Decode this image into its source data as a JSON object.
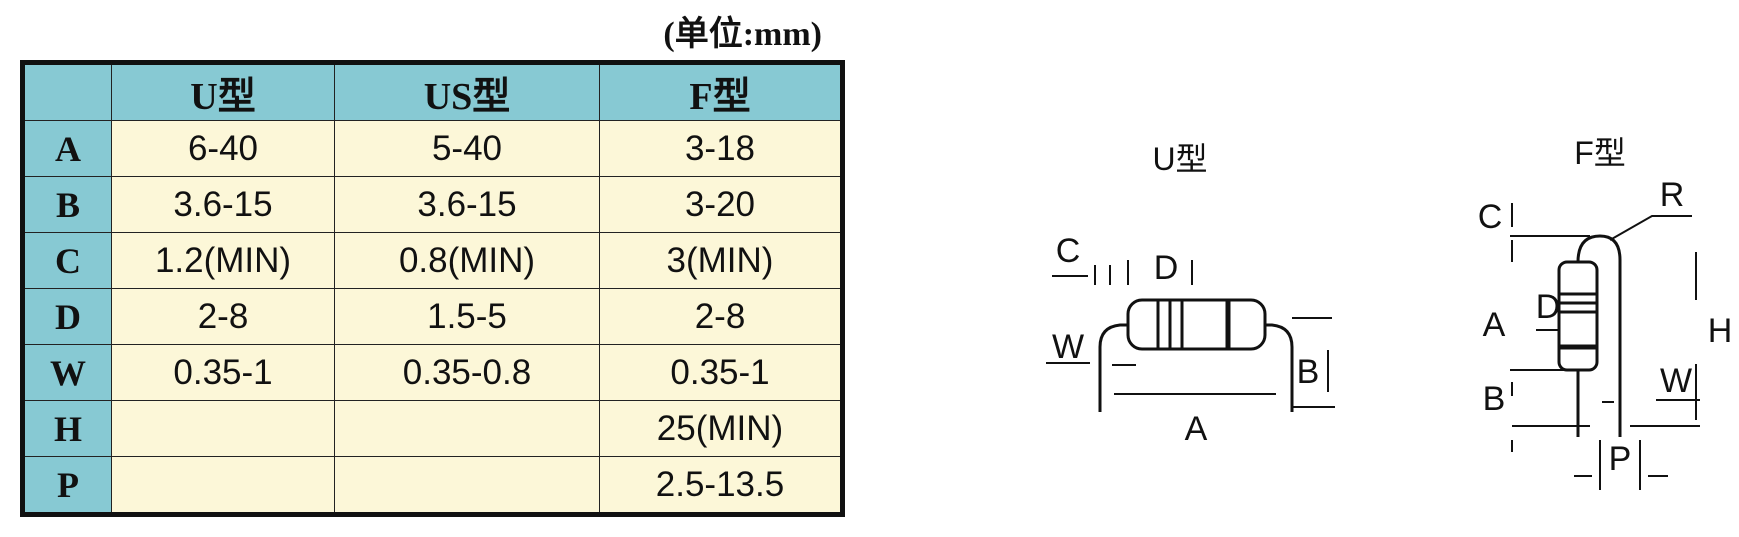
{
  "unit_note": "(单位:mm)",
  "table": {
    "headers": [
      "",
      "U型",
      "US型",
      "F型"
    ],
    "rows": [
      {
        "label": "A",
        "u": "6-40",
        "us": "5-40",
        "f": "3-18"
      },
      {
        "label": "B",
        "u": "3.6-15",
        "us": "3.6-15",
        "f": "3-20"
      },
      {
        "label": "C",
        "u": "1.2(MIN)",
        "us": "0.8(MIN)",
        "f": "3(MIN)"
      },
      {
        "label": "D",
        "u": "2-8",
        "us": "1.5-5",
        "f": "2-8"
      },
      {
        "label": "W",
        "u": "0.35-1",
        "us": "0.35-0.8",
        "f": "0.35-1"
      },
      {
        "label": "H",
        "u": "",
        "us": "",
        "f": "25(MIN)"
      },
      {
        "label": "P",
        "u": "",
        "us": "",
        "f": "2.5-13.5"
      }
    ]
  },
  "diagram_u": {
    "title": "U型",
    "labels": {
      "c": "C",
      "d": "D",
      "w": "W",
      "b": "B",
      "a": "A"
    }
  },
  "diagram_f": {
    "title": "F型",
    "labels": {
      "c": "C",
      "r": "R",
      "a": "A",
      "d": "D",
      "h": "H",
      "w": "W",
      "b": "B",
      "p": "P"
    }
  },
  "colors": {
    "header_bg": "#87c9d3",
    "cell_bg": "#fcf7d8",
    "line": "#111111"
  }
}
